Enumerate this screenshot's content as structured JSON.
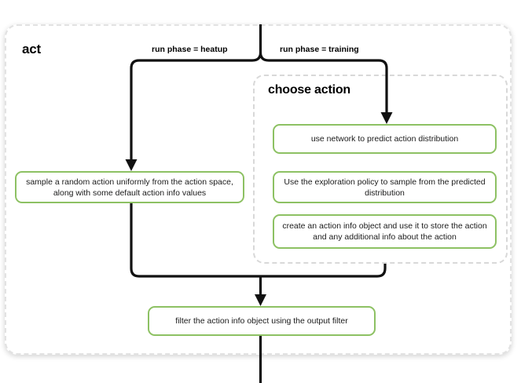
{
  "diagram": {
    "title": "act",
    "subgroup_title": "choose action",
    "edge_labels": {
      "left_branch": "run phase = heatup",
      "right_branch": "run phase = training"
    },
    "nodes": {
      "sample": "sample a random action uniformly from the action space, along with some default action info values",
      "use_network": "use network to predict action distribution",
      "exploration": "Use the exploration policy to sample from the predicted distribution",
      "create_info": "create an action info object and use it to store the action and any additional info about the action",
      "filter": "filter the action info object using the output filter"
    },
    "colors": {
      "node_border": "#8dc163",
      "node_fill": "#ffffff",
      "connector": "#111111",
      "container_border": "#e2e2e2",
      "group_border": "#d8d8d8",
      "background": "#ffffff"
    }
  }
}
